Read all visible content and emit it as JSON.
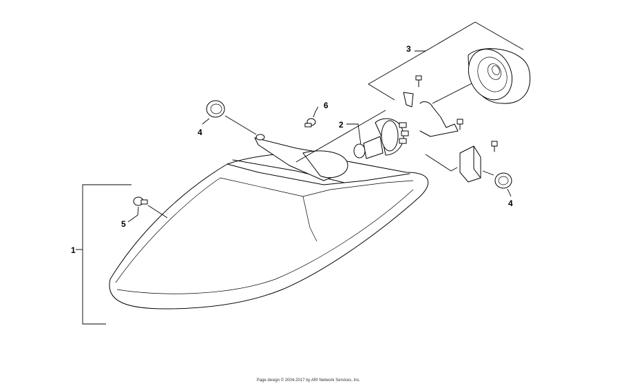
{
  "diagram": {
    "callouts": {
      "c1": "1",
      "c2": "2",
      "c3": "3",
      "c4a": "4",
      "c4b": "4",
      "c5": "5",
      "c6": "6"
    },
    "footer": "Page design © 2004-2017 by ARI Network Services, Inc."
  }
}
